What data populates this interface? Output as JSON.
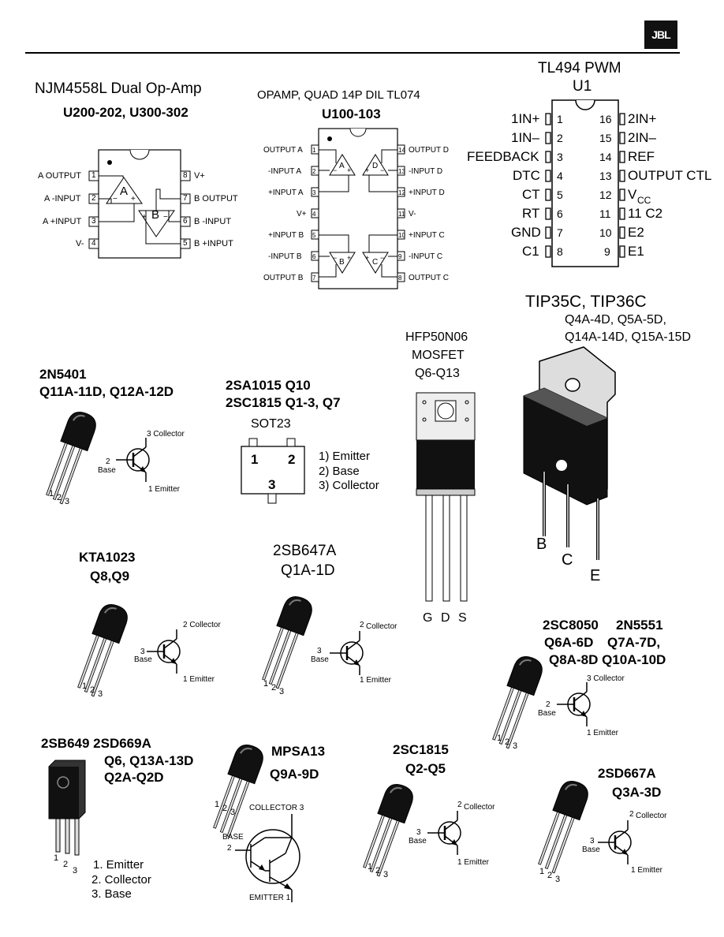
{
  "logo": "JBL",
  "njm": {
    "title": "NJM4558L  Dual Op-Amp",
    "refs": "U200-202, U300-302",
    "left_pins": [
      "A OUTPUT",
      "A -INPUT",
      "A +INPUT",
      "V-"
    ],
    "left_nums": [
      "1",
      "2",
      "3",
      "4"
    ],
    "right_pins": [
      "V+",
      "B OUTPUT",
      "B -INPUT",
      "B +INPUT"
    ],
    "right_nums": [
      "8",
      "7",
      "6",
      "5"
    ],
    "amp_a": "A",
    "amp_b": "B"
  },
  "tl074": {
    "title": "OPAMP, QUAD 14P DIL TL074",
    "refs": "U100-103",
    "left_pins": [
      "OUTPUT A",
      "-INPUT A",
      "+INPUT A",
      "V+",
      "+INPUT B",
      "-INPUT B",
      "OUTPUT B"
    ],
    "left_nums": [
      "1",
      "2",
      "3",
      "4",
      "5",
      "6",
      "7"
    ],
    "right_pins": [
      "OUTPUT D",
      "-INPUT D",
      "+INPUT D",
      "V-",
      "+INPUT C",
      "-INPUT C",
      "OUTPUT C"
    ],
    "right_nums": [
      "14",
      "13",
      "12",
      "11",
      "10",
      "9",
      "8"
    ],
    "amps": [
      "A",
      "D",
      "B",
      "C"
    ]
  },
  "tl494": {
    "title": "TL494  PWM",
    "ref": "U1",
    "left_pins": [
      "1IN+",
      "1IN–",
      "FEEDBACK",
      "DTC",
      "CT",
      "RT",
      "GND",
      "C1"
    ],
    "left_nums": [
      "1",
      "2",
      "3",
      "4",
      "5",
      "6",
      "7",
      "8"
    ],
    "right_pins": [
      "2IN+",
      "2IN–",
      "REF",
      "OUTPUT CTL",
      "V",
      "11 C2",
      "E2",
      "E1"
    ],
    "right_nums": [
      "16",
      "15",
      "14",
      "13",
      "12",
      "11",
      "10",
      "9"
    ],
    "vcc_sub": "CC"
  },
  "tip35": {
    "title": "TIP35C, TIP36C",
    "refs1": "Q4A-4D, Q5A-5D,",
    "refs2": "Q14A-14D, Q15A-15D",
    "pins": [
      "B",
      "C",
      "E"
    ]
  },
  "hfp": {
    "name": "HFP50N06",
    "type": "MOSFET",
    "refs": "Q6-Q13",
    "pins": [
      "G",
      "D",
      "S"
    ]
  },
  "n5401": {
    "name": "2N5401",
    "refs": "Q11A-11D, Q12A-12D",
    "collector": "3 Collector",
    "base_num": "2",
    "base": "Base",
    "emitter": "1 Emitter",
    "leg_nums": [
      "1",
      "2",
      "3"
    ]
  },
  "sot": {
    "line1": "2SA1015  Q10",
    "line2": "2SC1815  Q1-3, Q7",
    "pkg": "SOT23",
    "pin1": "1",
    "pin2": "2",
    "pin3": "3",
    "legend": [
      "1) Emitter",
      "2) Base",
      "3) Collector"
    ]
  },
  "kta": {
    "name": "KTA1023",
    "refs": "Q8,Q9",
    "collector": "2 Collector",
    "base_num": "3",
    "base": "Base",
    "emitter": "1 Emitter",
    "leg_nums": [
      "1",
      "2",
      "3"
    ]
  },
  "sb647": {
    "name": "2SB647A",
    "refs": "Q1A-1D",
    "collector_num": "2",
    "collector": "Collector",
    "base_num": "3",
    "base": "Base",
    "emitter": "1 Emitter",
    "leg_nums": [
      "1",
      "2",
      "3"
    ]
  },
  "sc8050": {
    "name": "2SC8050",
    "name2": "2N5551",
    "refs1a": "Q6A-6D",
    "refs1b": "Q7A-7D,",
    "refs2": "Q8A-8D  Q10A-10D",
    "collector": "3 Collector",
    "base_num": "2",
    "base": "Base",
    "emitter": "1 Emitter",
    "leg_nums": [
      "1",
      "2",
      "3"
    ]
  },
  "sb649": {
    "line1": "2SB649  2SD669A",
    "line2": "Q6, Q13A-13D",
    "line3": "Q2A-Q2D",
    "legend": [
      "1.  Emitter",
      "2. Collector",
      "3.  Base"
    ],
    "leg_nums": [
      "1",
      "2",
      "3"
    ]
  },
  "mpsa13": {
    "name": "MPSA13",
    "refs": "Q9A-9D",
    "collector": "COLLECTOR 3",
    "base": "BASE",
    "base_num": "2",
    "emitter": "EMITTER 1",
    "leg_nums": [
      "1",
      "2",
      "3"
    ]
  },
  "sc1815": {
    "name": "2SC1815",
    "refs": "Q2-Q5",
    "collector_num": "2",
    "collector": "Collector",
    "base_num": "3",
    "base": "Base",
    "emitter": "1 Emitter",
    "leg_nums": [
      "1",
      "2",
      "3"
    ]
  },
  "sd667": {
    "name": "2SD667A",
    "refs": "Q3A-3D",
    "collector_num": "2",
    "collector": "Collector",
    "base_num": "3",
    "base": "Base",
    "emitter": "1 Emitter",
    "leg_nums": [
      "1",
      "2",
      "3"
    ]
  }
}
